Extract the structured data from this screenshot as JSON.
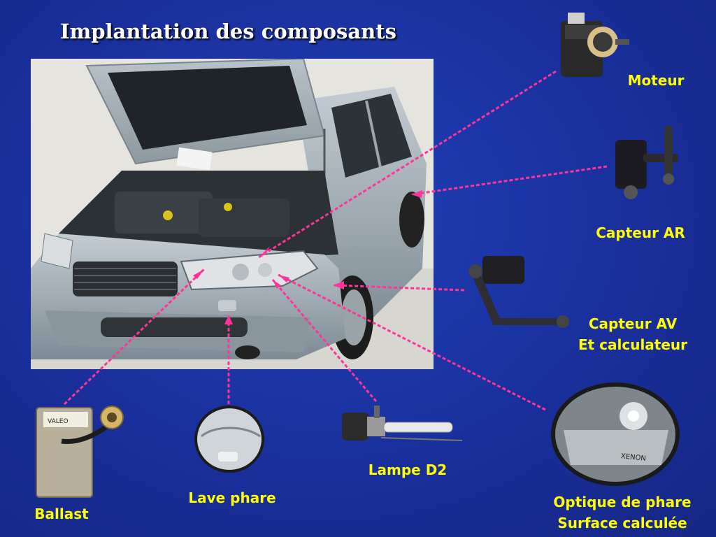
{
  "slide": {
    "title": "Implantation des composants",
    "accent_color": "#ffff00",
    "leader_color": "#ff3399",
    "background_color": "#1a2f9c"
  },
  "components": {
    "moteur": {
      "label": "Moteur",
      "icon": "motor-icon"
    },
    "capteur_ar": {
      "label": "Capteur AR",
      "icon": "rear-sensor-icon"
    },
    "capteur_av": {
      "line1": "Capteur AV",
      "line2": "Et calculateur",
      "icon": "front-sensor-icon"
    },
    "ballast": {
      "label": "Ballast",
      "icon": "ballast-icon"
    },
    "lave_phare": {
      "label": "Lave phare",
      "icon": "headlight-washer-icon"
    },
    "lampe_d2": {
      "label": "Lampe D2",
      "icon": "d2-lamp-icon"
    },
    "optique": {
      "line1": "Optique de phare",
      "line2": "Surface calculée",
      "icon": "headlight-optic-icon"
    },
    "valeo_marking": "VALEO",
    "xenon_marking": "XENON"
  }
}
